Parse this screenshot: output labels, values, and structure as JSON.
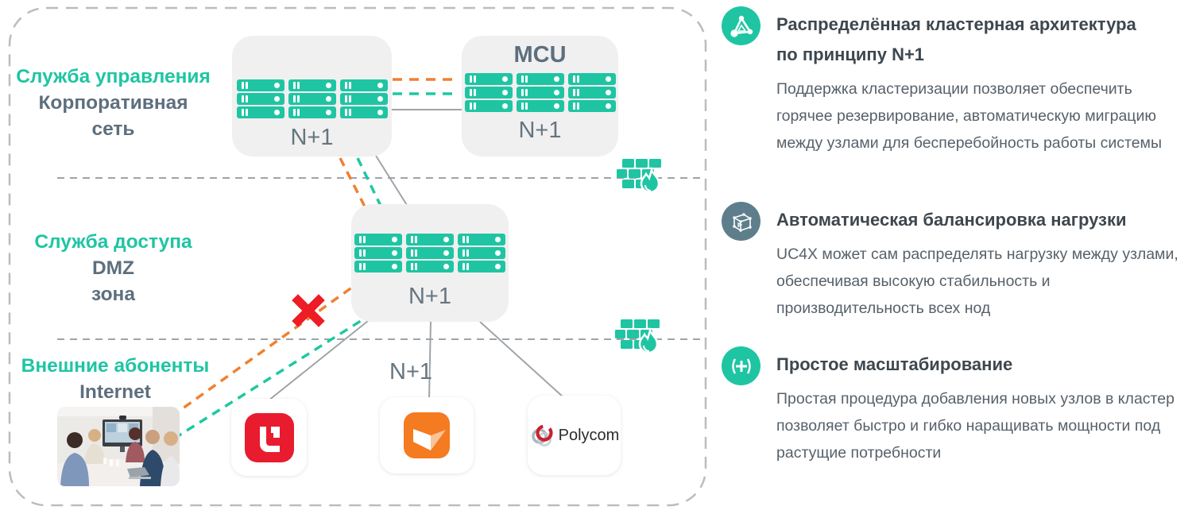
{
  "diagram": {
    "cluster_node_count": 9,
    "zones": [
      {
        "title": "Служба управления",
        "line2": "Корпоративная",
        "line3": "сеть"
      },
      {
        "title": "Служба доступа",
        "line2": "DMZ",
        "line3": "зона"
      },
      {
        "title": "Внешние абоненты",
        "line2": "Internet",
        "line3": ""
      }
    ],
    "clusters": [
      {
        "title": "",
        "label": "N+1"
      },
      {
        "title": "MCU",
        "label": "N+1"
      },
      {
        "title": "",
        "label": "N+1"
      }
    ],
    "external_cluster_label": "N+1",
    "vendors": [
      {
        "name": "red-app"
      },
      {
        "name": "orange-app"
      },
      {
        "name": "polycom",
        "label": "Polycom"
      }
    ]
  },
  "features": [
    {
      "icon": "cluster-network-icon",
      "title": "Распределённая кластерная архитектура по принципу N+1",
      "body": "Поддержка кластеризации позволяет обеспечить горячее резервирование, автоматическую миграцию между узлами для бесперебойность работы системы"
    },
    {
      "icon": "load-balancing-cube-icon",
      "title": "Автоматическая балансировка нагрузки",
      "body": "UC4X может сам распределять нагрузку между узлами, обеспечивая высокую стабильность и производительность всех нод"
    },
    {
      "icon": "scale-plus-icon",
      "title": "Простое масштабирование",
      "body": "Простая процедура добавления новых узлов в кластер позволяет быстро и гибко наращивать мощности под растущие потребности"
    }
  ],
  "icons": {
    "server-stack-icon": "teal server unit shapes",
    "firewall-icon": "teal brick wall with flame",
    "blocked-cross-icon": "red X on connection line",
    "cluster-network-icon": "three connected nodes in teal circle",
    "load-balancing-cube-icon": "wireframe cube in slate circle",
    "scale-plus-icon": "(+) in teal circle"
  },
  "colors": {
    "teal": "#1fc5a3",
    "slate_text": "#5d6f7e",
    "label_grey": "#66757f",
    "orange_line": "#f08032",
    "teal_line": "#1fc8a0",
    "grey_line": "#9fa4a8",
    "border_dash": "#b9bdc1",
    "box_bg": "#f0f0f1",
    "red_cross": "#ee1c25",
    "red_logo": "#e81c2e",
    "orange_logo": "#f47b20",
    "slate_icon": "#5f7e8c",
    "feature_title": "#3e474e",
    "feature_body": "#57616a"
  }
}
